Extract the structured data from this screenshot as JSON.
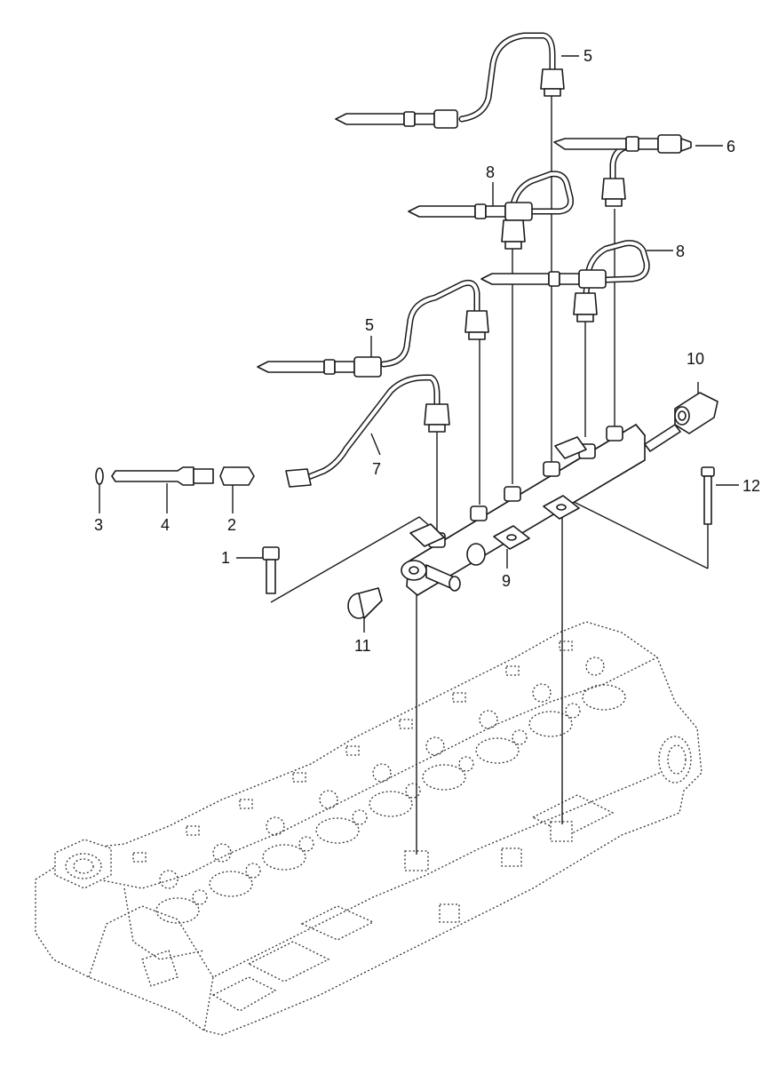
{
  "callouts": [
    {
      "id": "c1",
      "label": "1"
    },
    {
      "id": "c2",
      "label": "2"
    },
    {
      "id": "c3",
      "label": "3"
    },
    {
      "id": "c4",
      "label": "4"
    },
    {
      "id": "c5a",
      "label": "5"
    },
    {
      "id": "c5b",
      "label": "5"
    },
    {
      "id": "c6",
      "label": "6"
    },
    {
      "id": "c7",
      "label": "7"
    },
    {
      "id": "c8a",
      "label": "8"
    },
    {
      "id": "c8b",
      "label": "8"
    },
    {
      "id": "c9",
      "label": "9"
    },
    {
      "id": "c10",
      "label": "10"
    },
    {
      "id": "c11",
      "label": "11"
    },
    {
      "id": "c12",
      "label": "12"
    }
  ]
}
